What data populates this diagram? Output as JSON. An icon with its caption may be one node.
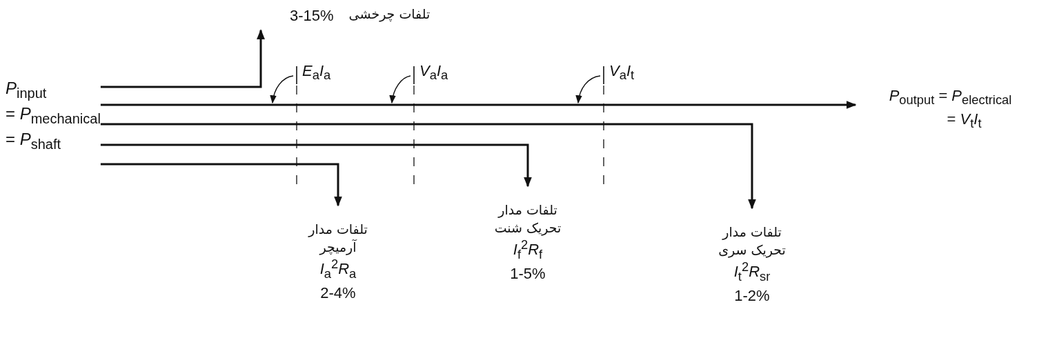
{
  "diagram": {
    "nodes": [
      {
        "text": [
          "*P*$_{input}$",
          "= *P*$_{mechanical}$",
          "= *P*$_{shaft}$"
        ]
      },
      {
        "text": [
          "تلفات چرخشی",
          "3-15%"
        ]
      },
      {
        "text": [
          "*P*$_{output}$ = *P*$_{electrical}$",
          "= *V*$_{t}$*I*$_{t}$"
        ]
      },
      {
        "text": [
          "تلفات مدار آرمیچر",
          "*I*$_{a}$$^{2}$*R*$_{a}$",
          "2-4%"
        ]
      },
      {
        "text": [
          "تلفات مدار تحریک شنت",
          "*I*$_{f}$$^{2}$*R*$_{f}$",
          "1-5%"
        ]
      },
      {
        "text": [
          "تلفات مدار تحریک سری",
          "*I*$_{t}$$^{2}$*R*$_{sr}$",
          "1-2%"
        ]
      }
    ],
    "edges": [
      {
        "from": 0,
        "to": 1,
        "arrow": "to"
      },
      {
        "from": 0,
        "to": 2,
        "arrow": "to"
      },
      {
        "from": 0,
        "to": 5,
        "arrow": "to"
      },
      {
        "from": 0,
        "to": 4,
        "arrow": "to"
      },
      {
        "from": 0,
        "to": 3,
        "arrow": "to"
      }
    ],
    "labels": [
      "*E*$_{a}$*I*$_{a}$",
      "*V*$_{a}$*I*$_{a}$",
      "*V*$_{a}$*I*$_{t}$"
    ]
  }
}
